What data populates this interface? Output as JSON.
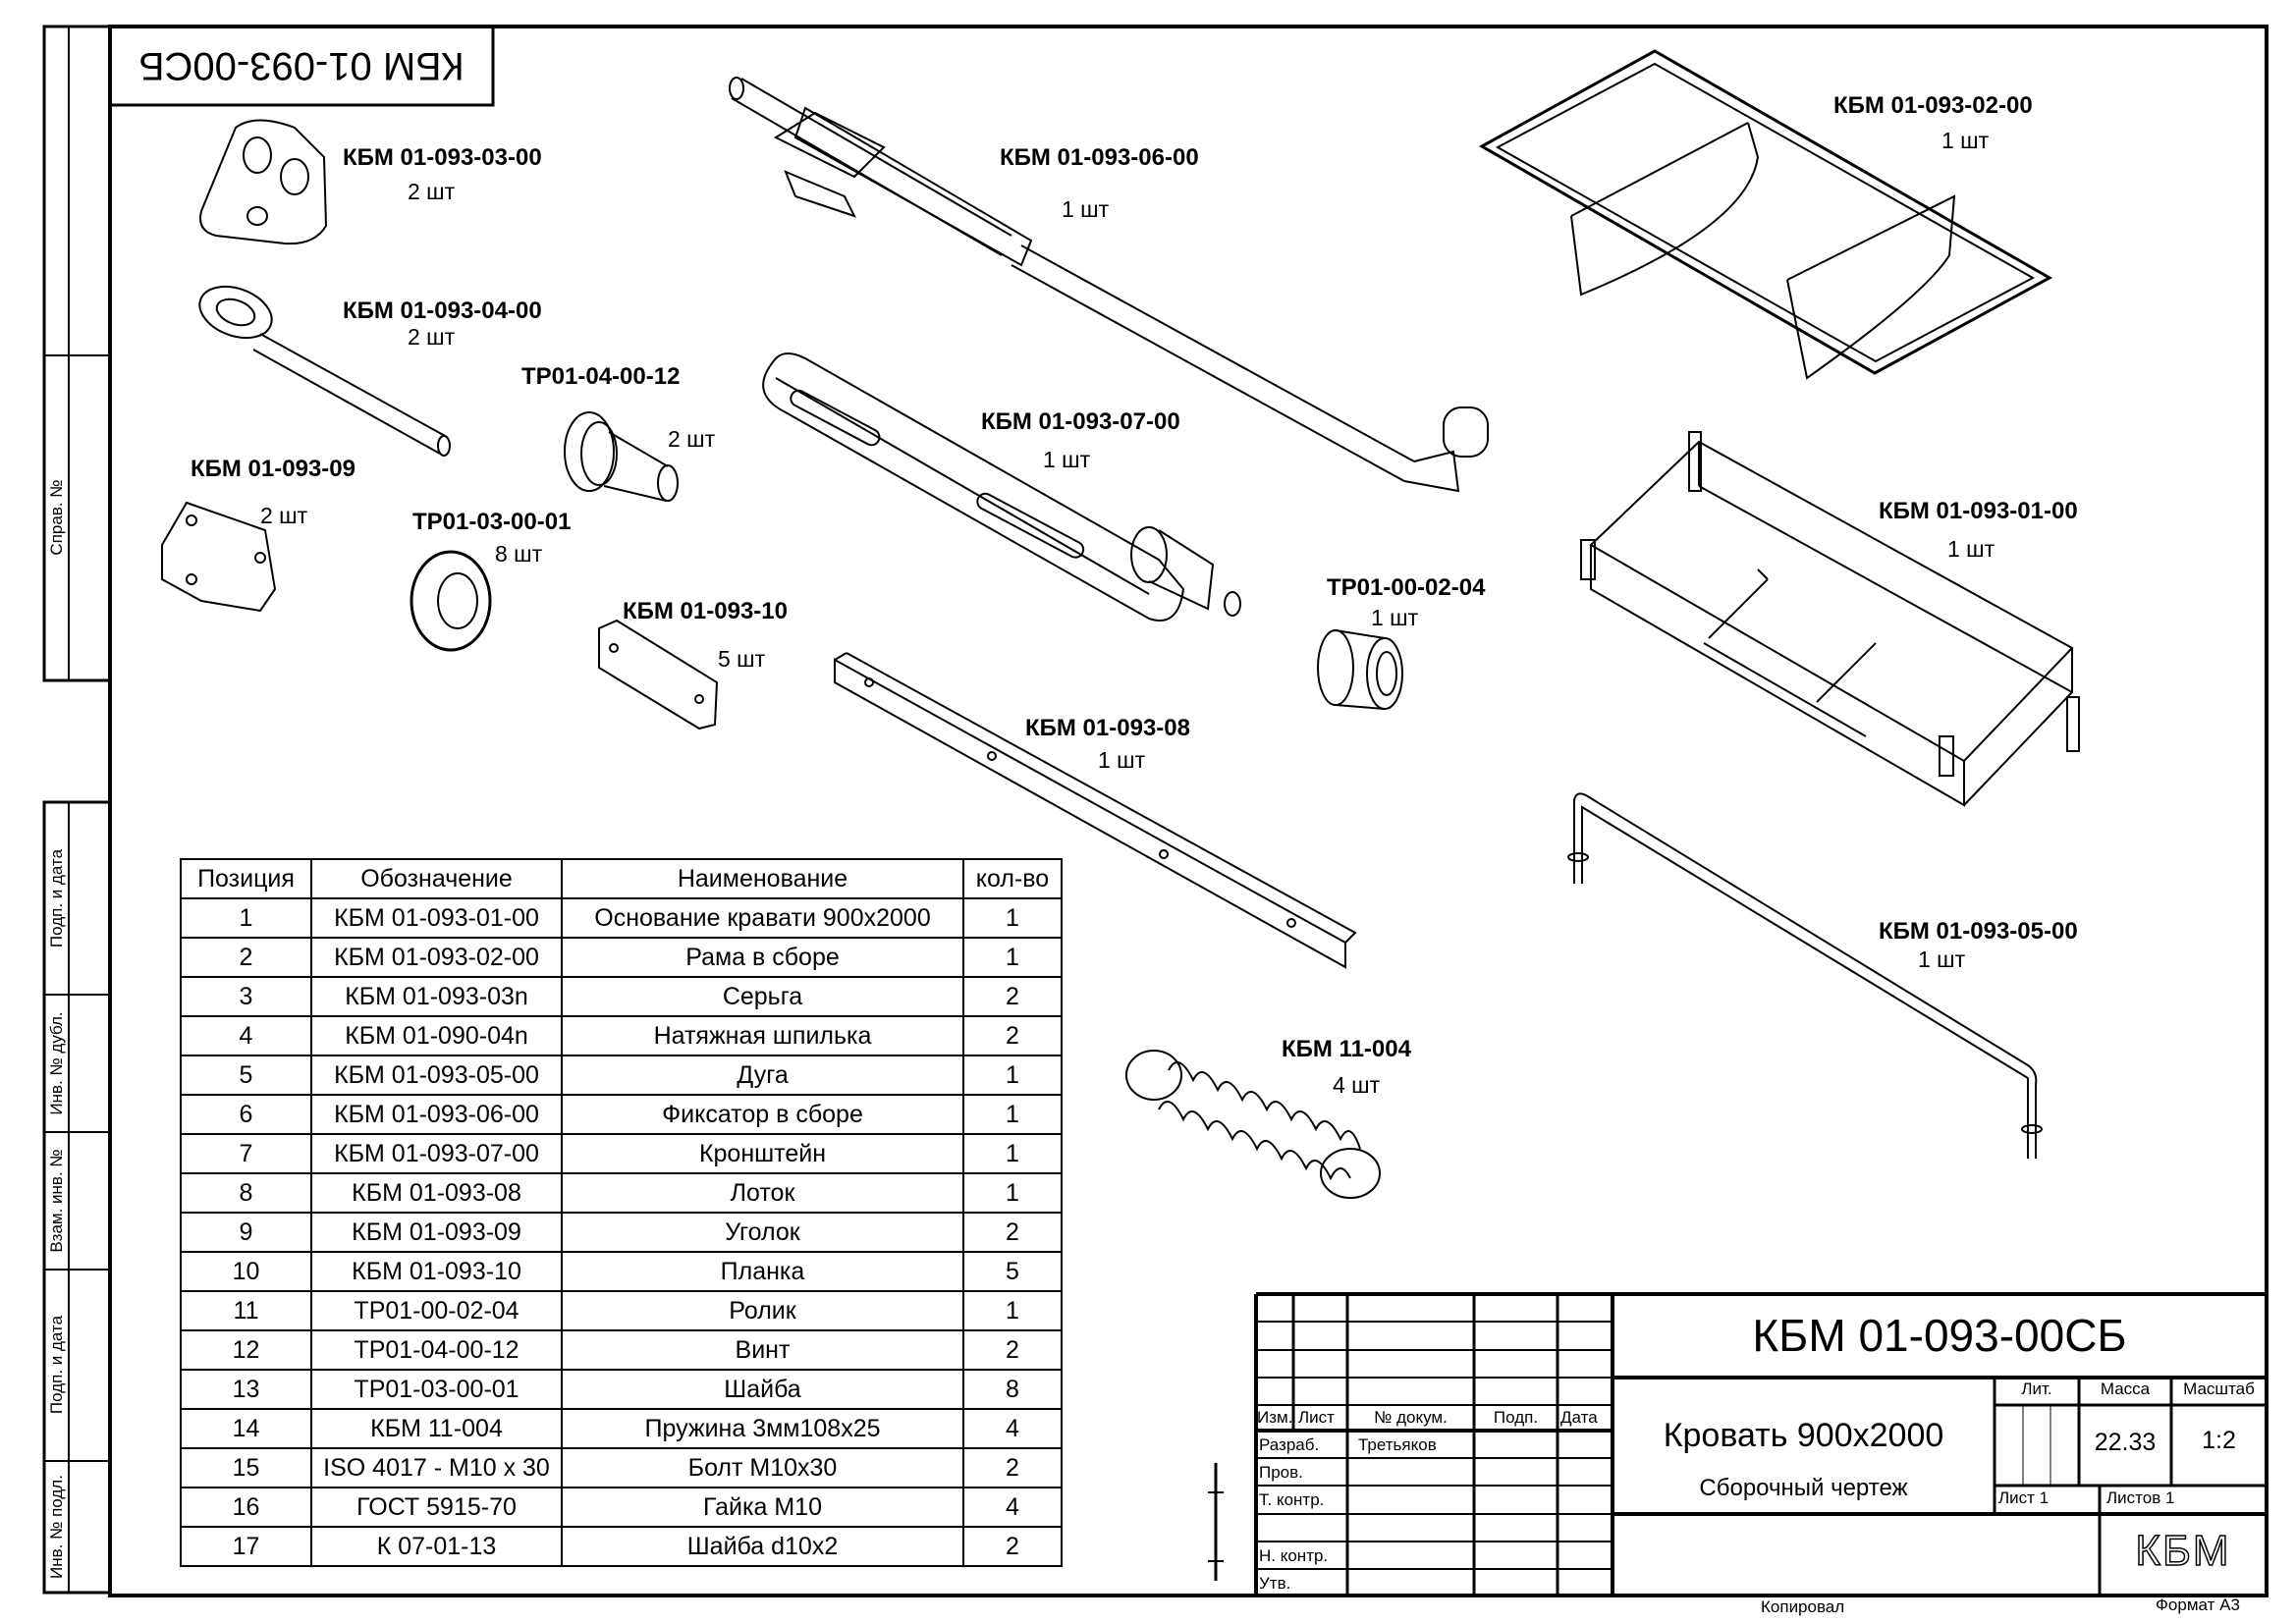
{
  "sheet": {
    "rotated_code": "КБМ 01-093-00СБ",
    "side_stamps": [
      "Справ. №",
      "Подп. и дата",
      "Инв. № дубл.",
      "Взам. инв. №",
      "Подп. и дата",
      "Инв. № подл."
    ]
  },
  "parts": [
    {
      "code": "КБМ 01-093-03-00",
      "qty": "2 шт"
    },
    {
      "code": "КБМ 01-093-04-00",
      "qty": "2 шт"
    },
    {
      "code": "ТР01-04-00-12",
      "qty": "2 шт"
    },
    {
      "code": "КБМ 01-093-09",
      "qty": "2 шт"
    },
    {
      "code": "ТР01-03-00-01",
      "qty": "8 шт"
    },
    {
      "code": "КБМ 01-093-10",
      "qty": "5 шт"
    },
    {
      "code": "КБМ 01-093-06-00",
      "qty": "1 шт"
    },
    {
      "code": "КБМ 01-093-07-00",
      "qty": "1 шт"
    },
    {
      "code": "ТР01-00-02-04",
      "qty": "1 шт"
    },
    {
      "code": "КБМ 01-093-08",
      "qty": "1 шт"
    },
    {
      "code": "КБМ 11-004",
      "qty": "4 шт"
    },
    {
      "code": "КБМ 01-093-02-00",
      "qty": "1 шт"
    },
    {
      "code": "КБМ 01-093-01-00",
      "qty": "1 шт"
    },
    {
      "code": "КБМ 01-093-05-00",
      "qty": "1 шт"
    }
  ],
  "spec_table": {
    "headers": [
      "Позиция",
      "Обозначение",
      "Наименование",
      "кол-во"
    ],
    "rows": [
      [
        "1",
        "КБМ 01-093-01-00",
        "Основание кравати 900x2000",
        "1"
      ],
      [
        "2",
        "КБМ 01-093-02-00",
        "Рама в сборе",
        "1"
      ],
      [
        "3",
        "КБМ 01-093-03n",
        "Серьга",
        "2"
      ],
      [
        "4",
        "КБМ 01-090-04n",
        "Натяжная шпилька",
        "2"
      ],
      [
        "5",
        "КБМ 01-093-05-00",
        "Дуга",
        "1"
      ],
      [
        "6",
        "КБМ 01-093-06-00",
        "Фиксатор в сборе",
        "1"
      ],
      [
        "7",
        "КБМ 01-093-07-00",
        "Кронштейн",
        "1"
      ],
      [
        "8",
        "КБМ 01-093-08",
        "Лоток",
        "1"
      ],
      [
        "9",
        "КБМ 01-093-09",
        "Уголок",
        "2"
      ],
      [
        "10",
        "КБМ 01-093-10",
        "Планка",
        "5"
      ],
      [
        "11",
        "ТР01-00-02-04",
        "Ролик",
        "1"
      ],
      [
        "12",
        "ТР01-04-00-12",
        "Винт",
        "2"
      ],
      [
        "13",
        "ТР01-03-00-01",
        "Шайба",
        "8"
      ],
      [
        "14",
        "КБМ 11-004",
        "Пружина 3мм108x25",
        "4"
      ],
      [
        "15",
        "ISO 4017 - M10 x 30",
        "Болт M10x30",
        "2"
      ],
      [
        "16",
        "ГОСТ 5915-70",
        "Гайка M10",
        "4"
      ],
      [
        "17",
        "К 07-01-13",
        "Шайба d10x2",
        "2"
      ]
    ]
  },
  "title_block": {
    "designation": "КБМ 01-093-00СБ",
    "name": "Кровать 900x2000",
    "doc_type": "Сборочный чертеж",
    "col_headers": [
      "Изм.",
      "Лист",
      "№ докум.",
      "Подп.",
      "Дата"
    ],
    "roles": [
      "Разраб.",
      "Пров.",
      "Т. контр.",
      "",
      "Н. контр.",
      "Утв."
    ],
    "developer": "Третьяков",
    "lit_label": "Лит.",
    "mass_label": "Масса",
    "scale_label": "Масштаб",
    "mass": "22.33",
    "scale": "1:2",
    "sheet": "Лист 1",
    "sheets": "Листов 1",
    "logo": "КБМ",
    "copied": "Копировал",
    "format": "Формат А3"
  }
}
